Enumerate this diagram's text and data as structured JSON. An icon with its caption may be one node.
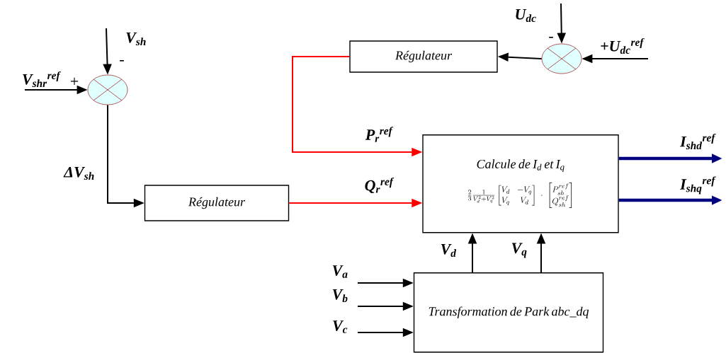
{
  "diagram": {
    "nodes": [
      {
        "text": [],
        "shape": "circle"
      },
      {
        "text": [
          "Régulateur"
        ]
      },
      {
        "text": [],
        "shape": "circle"
      },
      {
        "text": [
          "Régulateur"
        ]
      },
      {
        "text": [
          "Calcule de I$_{d}$ et I$_{q}$",
          "\\frac{2}{3}\\frac{1}{V_d^2+V_q^2}\\begin{bmatrix}V_d & -V_q\\\\ V_q & V_d\\end{bmatrix}\\cdot\\begin{bmatrix}P_{sh}^{ref}\\\\ Q_{sh}^{ref}\\end{bmatrix}"
        ]
      },
      {
        "text": [
          "Transformation de Park abc_dq"
        ]
      }
    ],
    "edges": [
      {
        "from": null,
        "to": 0,
        "arrow": "to",
        "label": "V$_{sh}$"
      },
      {
        "from": null,
        "to": 0,
        "arrow": "to",
        "label": "V$_{shr}$$^{ref}$"
      },
      {
        "from": 0,
        "to": 1,
        "arrow": "to",
        "label": "ΔV$_{sh}$"
      },
      {
        "from": null,
        "to": 2,
        "arrow": "to",
        "label": "U$_{dc}$"
      },
      {
        "from": null,
        "to": 2,
        "arrow": "to",
        "label": "+U$_{dc}$$^{ref}$"
      },
      {
        "from": 2,
        "to": 3,
        "arrow": "to"
      },
      {
        "from": 3,
        "to": 4,
        "arrow": "to",
        "label": "P$_{r}$$^{ref}$",
        "color": "#ff0000"
      },
      {
        "from": 1,
        "to": 4,
        "arrow": "to",
        "label": "Q$_{r}$$^{ref}$",
        "color": "#ff0000"
      },
      {
        "from": 5,
        "to": 4,
        "arrow": "to",
        "label": "V$_{d}$"
      },
      {
        "from": 5,
        "to": 4,
        "arrow": "to",
        "label": "V$_{q}$"
      },
      {
        "from": 4,
        "to": null,
        "arrow": "to",
        "label": "I$_{shd}$$^{ref}$",
        "style": "thick",
        "color": "#000080"
      },
      {
        "from": 4,
        "to": null,
        "arrow": "to",
        "label": "I$_{shq}$$^{ref}$",
        "style": "thick",
        "color": "#000080"
      },
      {
        "from": null,
        "to": 5,
        "arrow": "to",
        "label": "V$_{a}$"
      },
      {
        "from": null,
        "to": 5,
        "arrow": "to",
        "label": "V$_{b}$"
      },
      {
        "from": null,
        "to": 5,
        "arrow": "to",
        "label": "V$_{c}$"
      }
    ],
    "labels": [
      "-",
      "+",
      "-"
    ]
  }
}
